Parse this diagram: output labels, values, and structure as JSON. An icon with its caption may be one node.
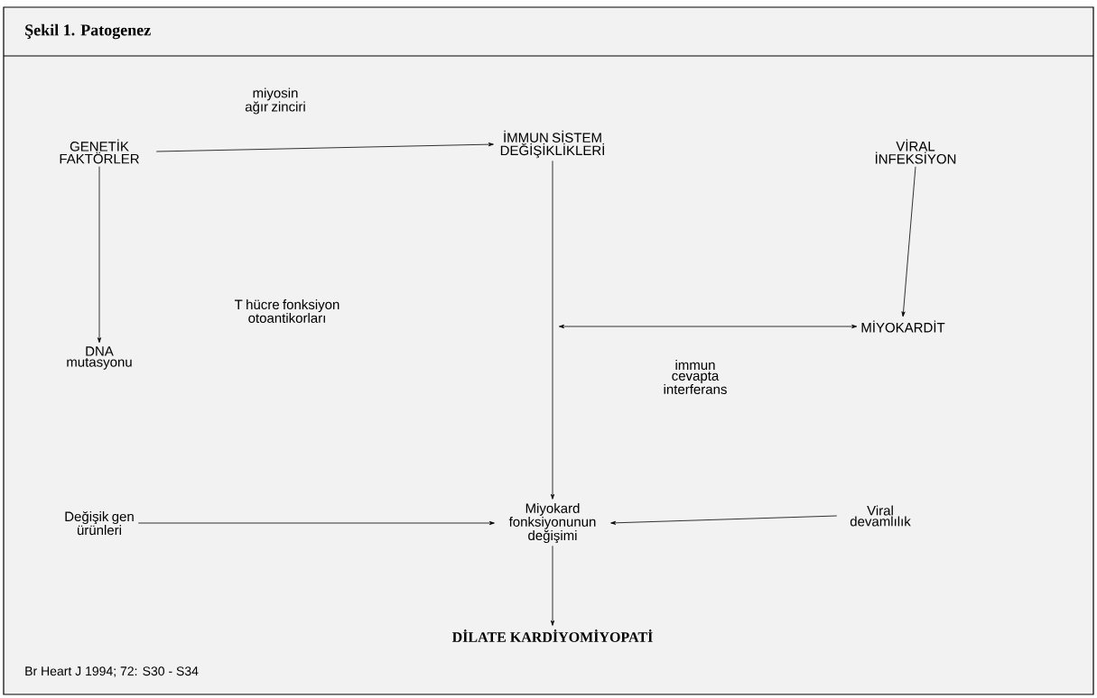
{
  "diagram": {
    "title": "Şekil 1. Patogenez",
    "caption": "Br Heart J 1994; 72: S30 - S34",
    "nodes": [
      {
        "text": [
          "GENETİK FAKTÖRLER"
        ]
      },
      {
        "text": [
          "İMMUN SİSTEM DEĞİŞİKLİKLERİ"
        ]
      },
      {
        "text": [
          "VİRAL İNFEKSİYON"
        ]
      },
      {
        "text": [
          "DNA mutasyonu"
        ]
      },
      {
        "text": [
          "MİYOKARDİT"
        ]
      },
      {
        "text": [
          "Değişik gen ürünleri"
        ]
      },
      {
        "text": [
          "Miyokard fonksiyonunun değişimi"
        ]
      },
      {
        "text": [
          "Viral devamlılık"
        ]
      },
      {
        "text": [
          "DİLATE KARDİYOMİYOPATİ"
        ]
      }
    ],
    "edges": [
      {
        "from": 0,
        "to": 1,
        "arrow": "to",
        "label": "miyosin ağır zinciri"
      },
      {
        "from": 0,
        "to": 3,
        "arrow": "to"
      },
      {
        "from": 1,
        "to": 6,
        "arrow": "to"
      },
      {
        "from": 2,
        "to": 4,
        "arrow": "to"
      },
      {
        "from": null,
        "to": 4,
        "arrow": "both",
        "label": "immun cevapta interferans"
      },
      {
        "from": 5,
        "to": 6,
        "arrow": "to"
      },
      {
        "from": 7,
        "to": 6,
        "arrow": "to"
      },
      {
        "from": 6,
        "to": 8,
        "arrow": "to"
      }
    ],
    "labels": [
      "T hücre fonksiyon otoantikorları"
    ]
  }
}
